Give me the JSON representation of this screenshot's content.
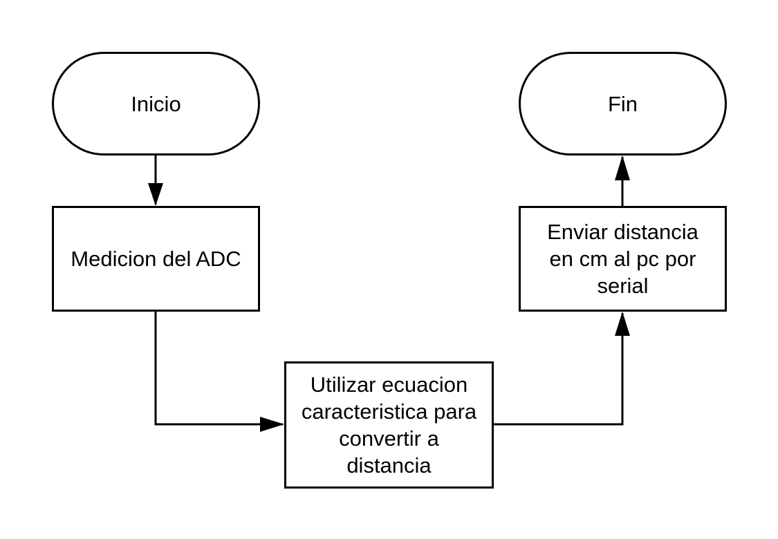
{
  "diagram": {
    "nodes": {
      "start": {
        "type": "terminal",
        "label": "Inicio"
      },
      "measure": {
        "type": "process",
        "label": "Medicion del ADC"
      },
      "convert": {
        "type": "process",
        "lines": [
          "Utilizar ecuacion",
          "caracteristica para",
          "convertir a",
          "distancia"
        ]
      },
      "send": {
        "type": "process",
        "lines": [
          "Enviar distancia",
          "en cm al pc por",
          "serial"
        ]
      },
      "end": {
        "type": "terminal",
        "label": "Fin"
      }
    },
    "edges": [
      {
        "from": "start",
        "to": "measure"
      },
      {
        "from": "measure",
        "to": "convert"
      },
      {
        "from": "convert",
        "to": "send"
      },
      {
        "from": "send",
        "to": "end"
      }
    ],
    "colors": {
      "stroke": "#000000",
      "fill": "#ffffff",
      "text": "#000000"
    }
  }
}
